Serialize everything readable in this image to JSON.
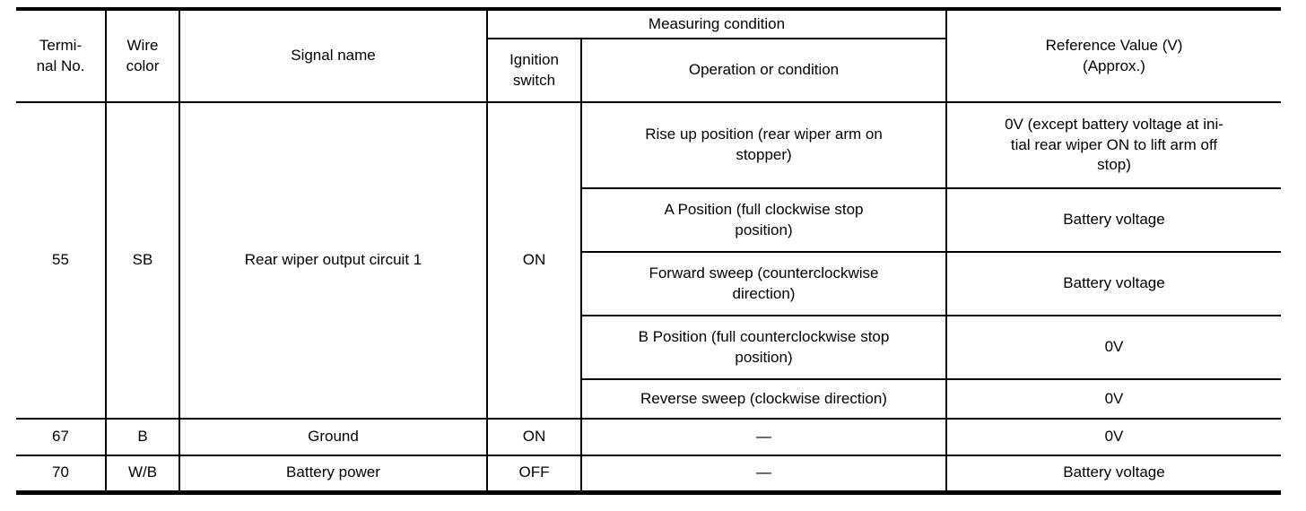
{
  "table": {
    "header": {
      "terminal_no": "Termi-\nnal No.",
      "wire_color": "Wire\ncolor",
      "signal_name": "Signal name",
      "measuring_condition": "Measuring condition",
      "ignition_switch": "Ignition\nswitch",
      "operation_or_condition": "Operation or condition",
      "reference_value": "Reference Value (V)\n(Approx.)"
    },
    "rows": [
      {
        "terminal": "55",
        "wire_color": "SB",
        "signal_name": "Rear wiper output circuit 1",
        "ignition_switch": "ON",
        "conditions": [
          {
            "operation": "Rise up position (rear wiper arm on\nstopper)",
            "reference": "0V (except battery voltage at ini-\ntial rear wiper ON to lift arm off\nstop)"
          },
          {
            "operation": "A Position (full clockwise stop\nposition)",
            "reference": "Battery voltage"
          },
          {
            "operation": "Forward sweep (counterclockwise\ndirection)",
            "reference": "Battery voltage"
          },
          {
            "operation": "B Position (full counterclockwise stop\nposition)",
            "reference": "0V"
          },
          {
            "operation": "Reverse sweep (clockwise direction)",
            "reference": "0V"
          }
        ]
      },
      {
        "terminal": "67",
        "wire_color": "B",
        "signal_name": "Ground",
        "ignition_switch": "ON",
        "conditions": [
          {
            "operation": "—",
            "reference": "0V"
          }
        ]
      },
      {
        "terminal": "70",
        "wire_color": "W/B",
        "signal_name": "Battery power",
        "ignition_switch": "OFF",
        "conditions": [
          {
            "operation": "—",
            "reference": "Battery voltage"
          }
        ]
      }
    ]
  }
}
